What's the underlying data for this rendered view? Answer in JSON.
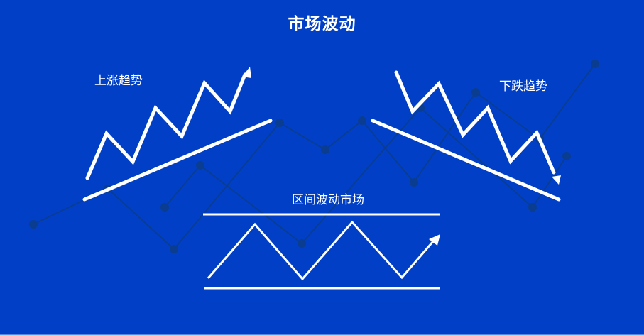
{
  "title": "市场波动",
  "labels": {
    "uptrend": "上涨趋势",
    "downtrend": "下跌趋势",
    "range": "区间波动市场"
  },
  "colors": {
    "background": "#0140c6",
    "network": "#0a3d8f",
    "foreground": "#ffffff"
  },
  "panels": [
    {
      "name": "uptrend",
      "label": "上涨趋势",
      "shape": "zigzag rising with arrow, support line rising"
    },
    {
      "name": "downtrend",
      "label": "下跌趋势",
      "shape": "zigzag falling with arrow, resistance line falling"
    },
    {
      "name": "range",
      "label": "区间波动市场",
      "shape": "zigzag between two horizontal lines with arrow"
    }
  ]
}
